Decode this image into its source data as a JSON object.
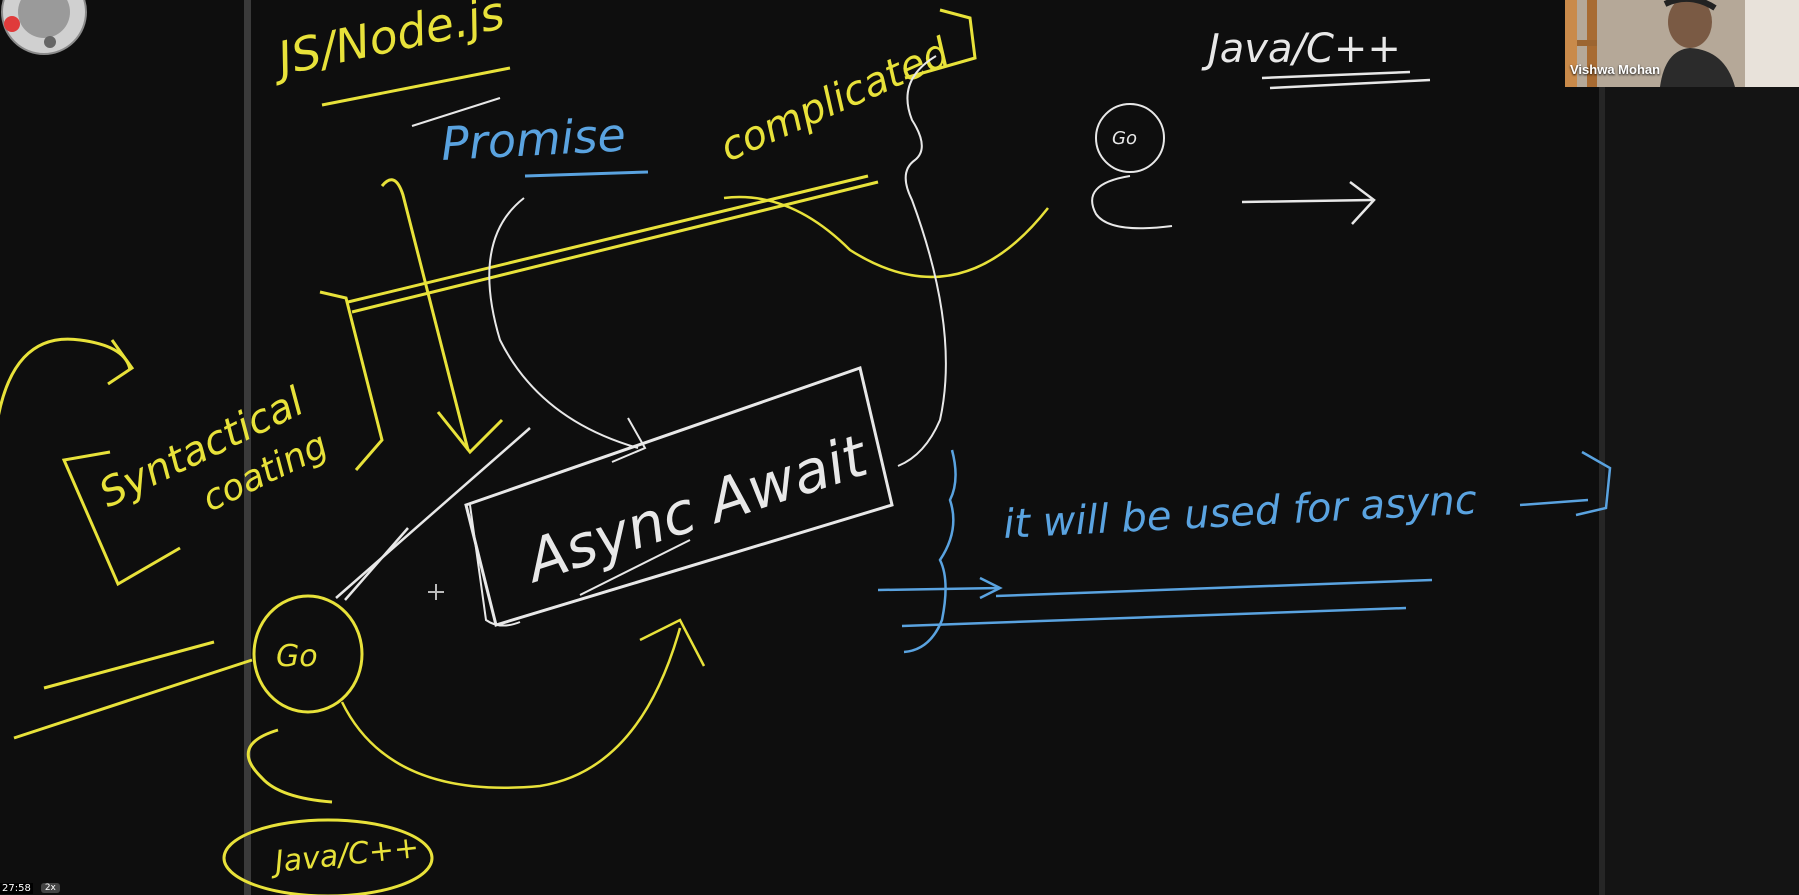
{
  "colors": {
    "background": "#0e0e0e",
    "ink_yellow": "#e8e23a",
    "ink_white": "#e8e8e8",
    "ink_blue": "#5aa3e0"
  },
  "board": {
    "title_left": "JS/Node.js",
    "promise": "Promise",
    "complicated": "complicated",
    "syntactical_1": "Syntactical",
    "syntactical_2": "coating",
    "async_await": "Async Await",
    "java_cpp_top": "Java/C++",
    "java_cpp_bottom": "Java/C++",
    "go_small": "Go",
    "go_big": "Go",
    "note": "it will be used for async"
  },
  "webcam": {
    "participant_name": "Vishwa Mohan"
  },
  "player": {
    "timestamp": "27:58",
    "speed": "2x"
  },
  "icons": {
    "tool_dial": "annotation-tool-dial-icon",
    "cursor": "move-cursor-icon"
  }
}
